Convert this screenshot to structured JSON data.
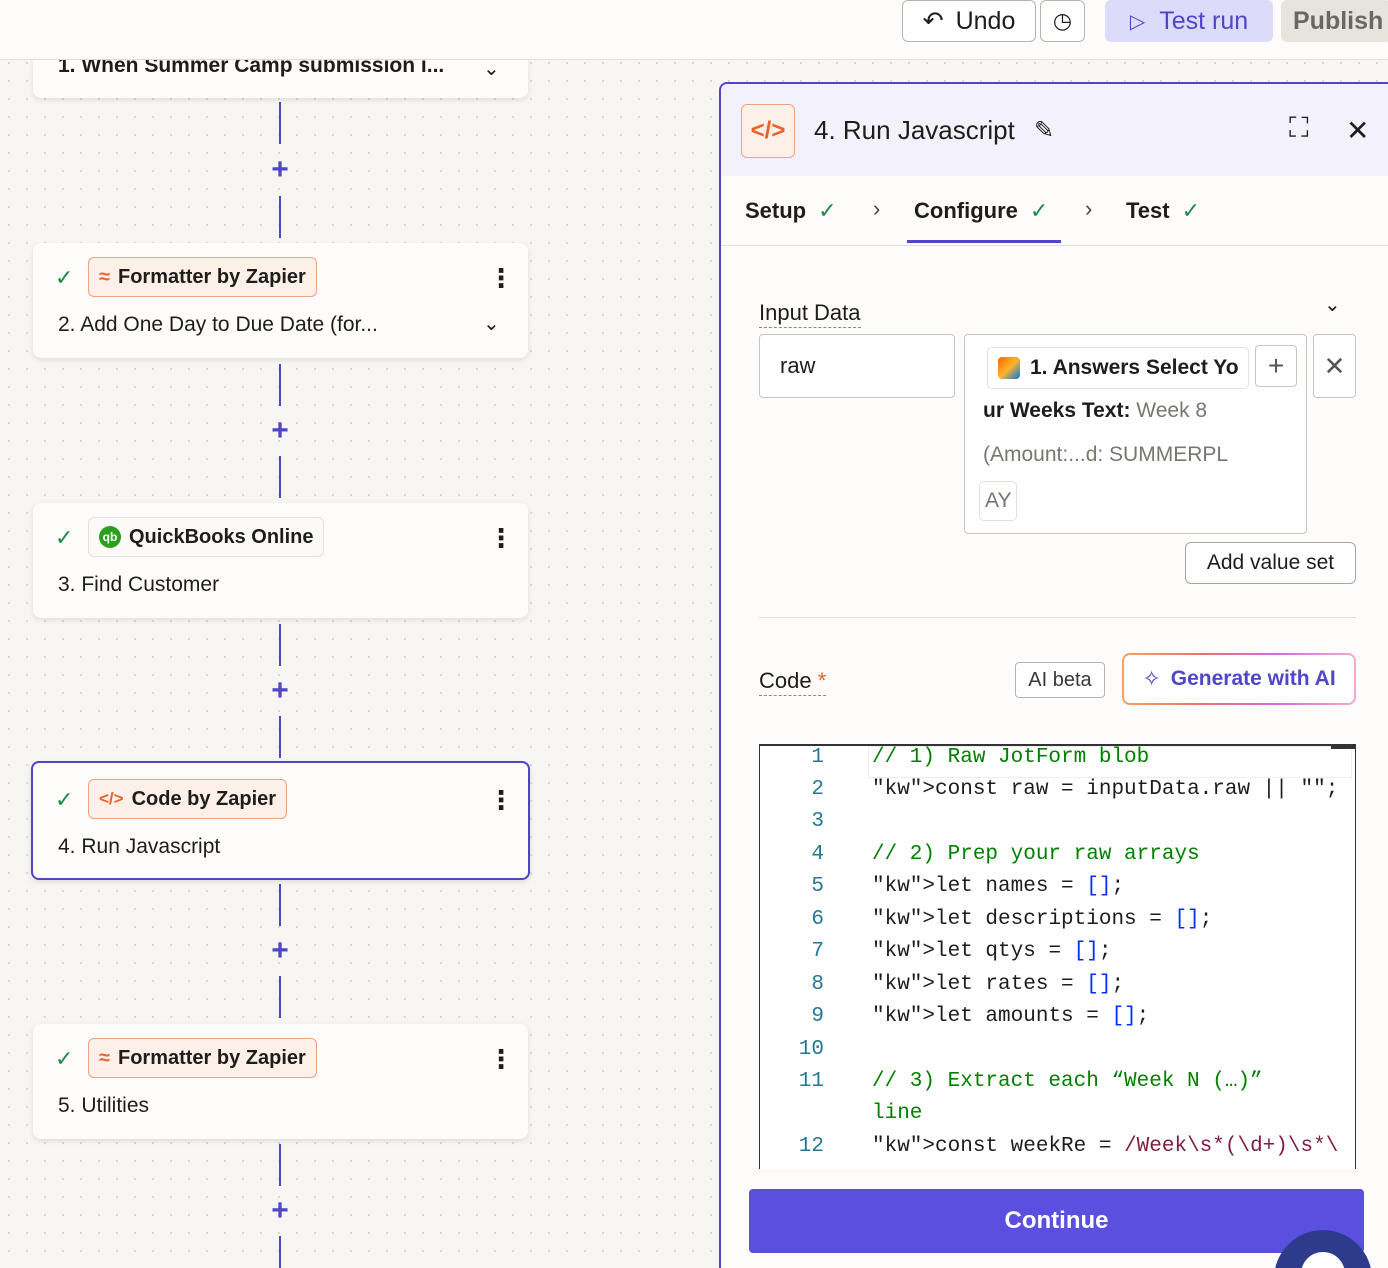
{
  "topbar": {
    "undo_label": "Undo",
    "test_run_label": "Test run",
    "publish_label": "Publish"
  },
  "steps": [
    {
      "title": "1. When Summer Camp submission i...",
      "app": ""
    },
    {
      "title": "2. Add One Day to Due Date (for...",
      "app": "Formatter by Zapier"
    },
    {
      "title": "3. Find Customer",
      "app": "QuickBooks Online"
    },
    {
      "title": "4. Run Javascript",
      "app": "Code by Zapier"
    },
    {
      "title": "5. Utilities",
      "app": "Formatter by Zapier"
    }
  ],
  "panel": {
    "title": "4. Run Javascript",
    "tabs": [
      {
        "label": "Setup"
      },
      {
        "label": "Configure"
      },
      {
        "label": "Test"
      }
    ],
    "input_data": {
      "label": "Input Data",
      "key": "raw",
      "value_pill": "1. Answers Select Yo",
      "value_line1_bold": "ur Weeks Text:",
      "value_line1_rest": " Week 8",
      "value_line2": "(Amount:...d: SUMMERPL",
      "value_line3": "AY",
      "add_value_set": "Add value set"
    },
    "code": {
      "label": "Code",
      "required_mark": "*",
      "ai_beta": "AI beta",
      "generate_ai": "Generate with AI",
      "lines": [
        {
          "n": "1",
          "text": "// 1) Raw JotForm blob"
        },
        {
          "n": "2",
          "text": "const raw = inputData.raw || \"\";"
        },
        {
          "n": "3",
          "text": ""
        },
        {
          "n": "4",
          "text": "// 2) Prep your raw arrays"
        },
        {
          "n": "5",
          "text": "let names        = [];"
        },
        {
          "n": "6",
          "text": "let descriptions = [];"
        },
        {
          "n": "7",
          "text": "let qtys         = [];"
        },
        {
          "n": "8",
          "text": "let rates        = [];"
        },
        {
          "n": "9",
          "text": "let amounts      = [];"
        },
        {
          "n": "10",
          "text": ""
        },
        {
          "n": "11",
          "text": "// 3) Extract each “Week N (…)”"
        },
        {
          "n": "",
          "text": "line"
        },
        {
          "n": "12",
          "text": "const weekRe = /Week\\s*(\\d+)\\s*\\"
        }
      ]
    },
    "continue_label": "Continue"
  }
}
